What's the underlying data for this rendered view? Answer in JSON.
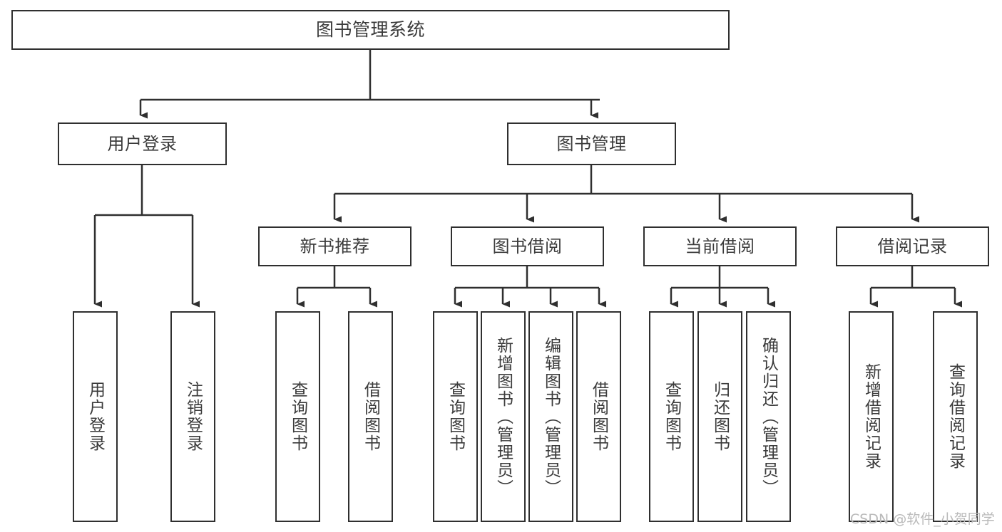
{
  "diagram": {
    "title": "图书管理系统",
    "type": "tree",
    "colors": {
      "stroke": "#2f2f2f",
      "text": "#3b3b3b",
      "background": "#ffffff",
      "watermark": "#b9b9b9"
    },
    "nodes": {
      "root": {
        "label": "图书管理系统",
        "level": 1
      },
      "user_login": {
        "label": "用户登录",
        "level": 2
      },
      "book_manage": {
        "label": "图书管理",
        "level": 2
      },
      "new_book_rec": {
        "label": "新书推荐",
        "level": 3
      },
      "book_borrow": {
        "label": "图书借阅",
        "level": 3
      },
      "current_borrow": {
        "label": "当前借阅",
        "level": 3
      },
      "borrow_record": {
        "label": "借阅记录",
        "level": 3
      },
      "leaf_user_login": {
        "label": "用户登录",
        "level": 3
      },
      "leaf_logout": {
        "label": "注销登录",
        "level": 3
      },
      "leaf_query_book_1": {
        "label": "查询图书",
        "level": 4
      },
      "leaf_borrow_book_1": {
        "label": "借阅图书",
        "level": 4
      },
      "leaf_query_book_2": {
        "label": "查询图书",
        "level": 4
      },
      "leaf_add_book": {
        "label": "新增图书（管理员）",
        "level": 4
      },
      "leaf_edit_book": {
        "label": "编辑图书（管理员）",
        "level": 4
      },
      "leaf_borrow_book_2": {
        "label": "借阅图书",
        "level": 4
      },
      "leaf_query_book_3": {
        "label": "查询图书",
        "level": 4
      },
      "leaf_return_book": {
        "label": "归还图书",
        "level": 4
      },
      "leaf_confirm_return": {
        "label": "确认归还（管理员）",
        "level": 4
      },
      "leaf_add_record": {
        "label": "新增借阅记录",
        "level": 4
      },
      "leaf_query_record": {
        "label": "查询借阅记录",
        "level": 4
      }
    },
    "edges": [
      {
        "from": "root",
        "to": "user_login"
      },
      {
        "from": "root",
        "to": "book_manage"
      },
      {
        "from": "user_login",
        "to": "leaf_user_login"
      },
      {
        "from": "user_login",
        "to": "leaf_logout"
      },
      {
        "from": "book_manage",
        "to": "new_book_rec"
      },
      {
        "from": "book_manage",
        "to": "book_borrow"
      },
      {
        "from": "book_manage",
        "to": "current_borrow"
      },
      {
        "from": "book_manage",
        "to": "borrow_record"
      },
      {
        "from": "new_book_rec",
        "to": "leaf_query_book_1"
      },
      {
        "from": "new_book_rec",
        "to": "leaf_borrow_book_1"
      },
      {
        "from": "book_borrow",
        "to": "leaf_query_book_2"
      },
      {
        "from": "book_borrow",
        "to": "leaf_add_book"
      },
      {
        "from": "book_borrow",
        "to": "leaf_edit_book"
      },
      {
        "from": "book_borrow",
        "to": "leaf_borrow_book_2"
      },
      {
        "from": "current_borrow",
        "to": "leaf_query_book_3"
      },
      {
        "from": "current_borrow",
        "to": "leaf_return_book"
      },
      {
        "from": "current_borrow",
        "to": "leaf_confirm_return"
      },
      {
        "from": "borrow_record",
        "to": "leaf_add_record"
      },
      {
        "from": "borrow_record",
        "to": "leaf_query_record"
      }
    ],
    "watermark": "CSDN @软件_小贺同学"
  }
}
